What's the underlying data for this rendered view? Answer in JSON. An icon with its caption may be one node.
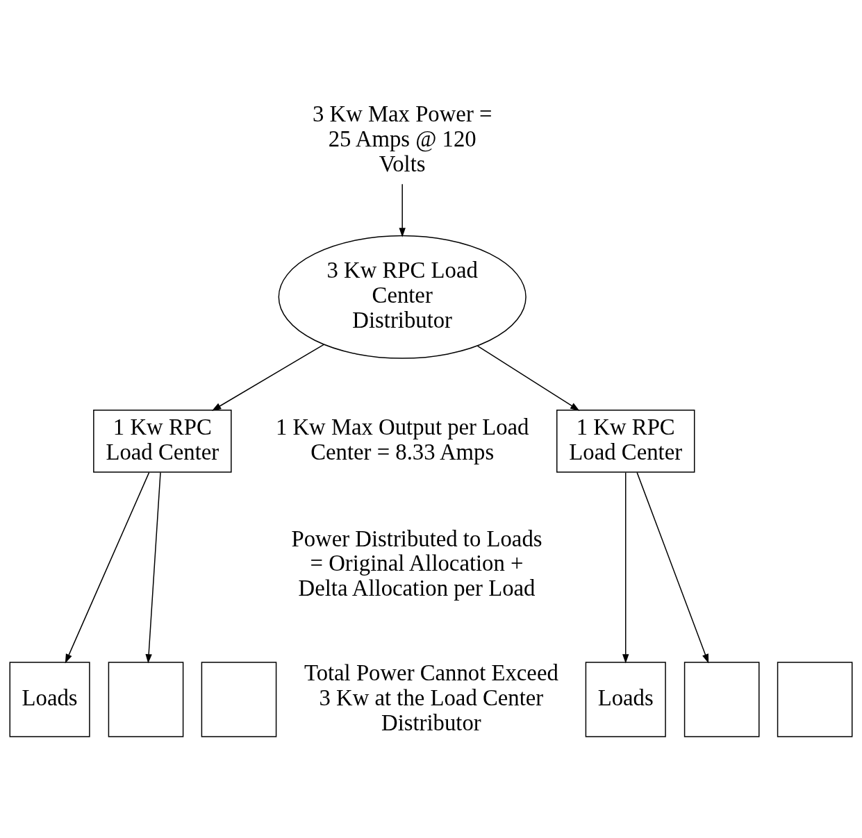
{
  "diagram": {
    "nodes": [
      {
        "text": [
          "3 Kw Max Power = 25 Amps @ 120 Volts"
        ]
      },
      {
        "text": [
          "3 Kw RPC Load Center Distributor"
        ]
      },
      {
        "text": [
          "1 Kw RPC Load Center"
        ]
      },
      {
        "text": [
          "1 Kw RPC Load Center"
        ]
      },
      {
        "text": [
          "Loads"
        ]
      },
      {
        "text": [],
        "shape": "box"
      },
      {
        "text": [],
        "shape": "box"
      },
      {
        "text": [
          "Loads"
        ]
      },
      {
        "text": [],
        "shape": "box"
      },
      {
        "text": [],
        "shape": "box"
      }
    ],
    "edges": [
      {
        "from": 0,
        "to": 1,
        "arrow": "to"
      },
      {
        "from": 1,
        "to": 2,
        "arrow": "to"
      },
      {
        "from": 1,
        "to": 3,
        "arrow": "to"
      },
      {
        "from": 2,
        "to": 4,
        "arrow": "to"
      },
      {
        "from": 2,
        "to": 5,
        "arrow": "to"
      },
      {
        "from": 3,
        "to": 7,
        "arrow": "to"
      },
      {
        "from": 3,
        "to": 8,
        "arrow": "to"
      }
    ],
    "labels": [
      "1 Kw Max Output per Load Center = 8.33 Amps",
      "Power Distributed to Loads = Original Allocation + Delta Allocation per Load",
      "Total Power Cannot Exceed 3 Kw at the Load Center Distributor"
    ]
  }
}
